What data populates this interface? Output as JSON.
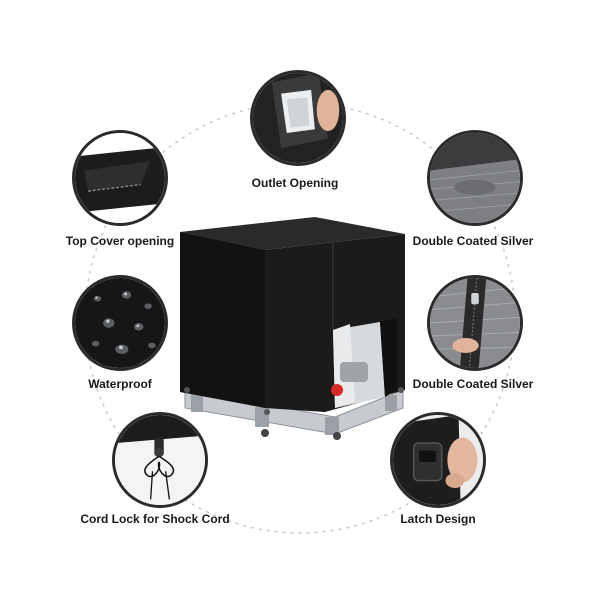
{
  "features": [
    {
      "label": "Outlet Opening",
      "icon": "outlet-opening-icon"
    },
    {
      "label": "Top Cover opening",
      "icon": "top-cover-opening-icon"
    },
    {
      "label": "Double Coated Silver",
      "icon": "double-coated-silver-fabric-icon"
    },
    {
      "label": "Waterproof",
      "icon": "water-droplets-icon"
    },
    {
      "label": "Double Coated Silver",
      "icon": "zipper-fabric-icon"
    },
    {
      "label": "Cord Lock for Shock Cord",
      "icon": "cord-lock-icon"
    },
    {
      "label": "Latch Design",
      "icon": "latch-buckle-icon"
    }
  ],
  "colors": {
    "cover": "#141414",
    "frame": "#b8bcc2",
    "ring": "#c9c9c9",
    "label": "#1a1a1a"
  }
}
